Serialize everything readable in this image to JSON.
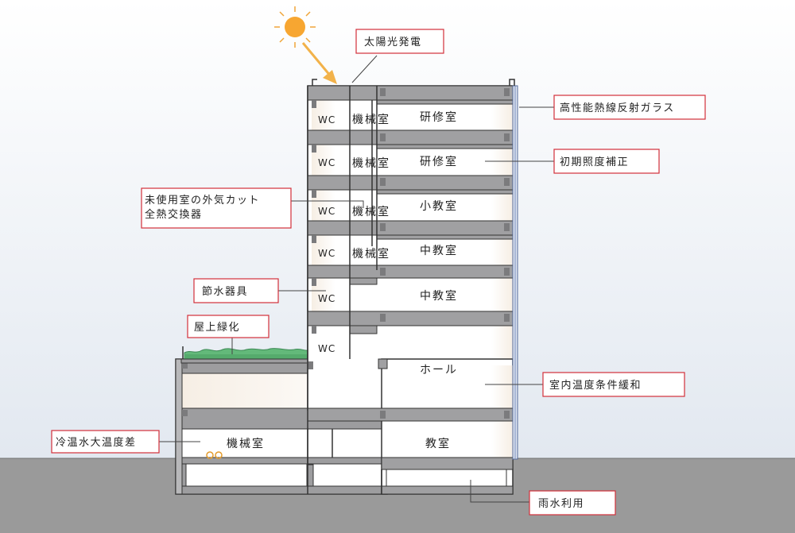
{
  "rooms": {
    "wc": "WC",
    "kikai": "機械室",
    "kenshu": "研修室",
    "sho_kyoshitsu": "小教室",
    "chu_kyoshitsu": "中教室",
    "hall": "ホール",
    "kyoshitsu": "教室",
    "kikai_basement": "機械室"
  },
  "callouts": {
    "solar": "太陽光発電",
    "glass": "高性能熱線反射ガラス",
    "lighting": "初期照度補正",
    "heat_exchanger_line1": "未使用室の外気カット",
    "heat_exchanger_line2": "全熱交換器",
    "water_saving": "節水器具",
    "green_roof": "屋上緑化",
    "temperature": "室内温度条件緩和",
    "cold_water": "冷温水大温度差",
    "rainwater": "雨水利用"
  },
  "colors": {
    "callout_border": "#d32f3a",
    "slab": "#a0a0a2",
    "ground": "#9a9a9a",
    "sky_top": "#e3e9f1",
    "sun": "#f7a631",
    "greenery": "#64b97c"
  }
}
